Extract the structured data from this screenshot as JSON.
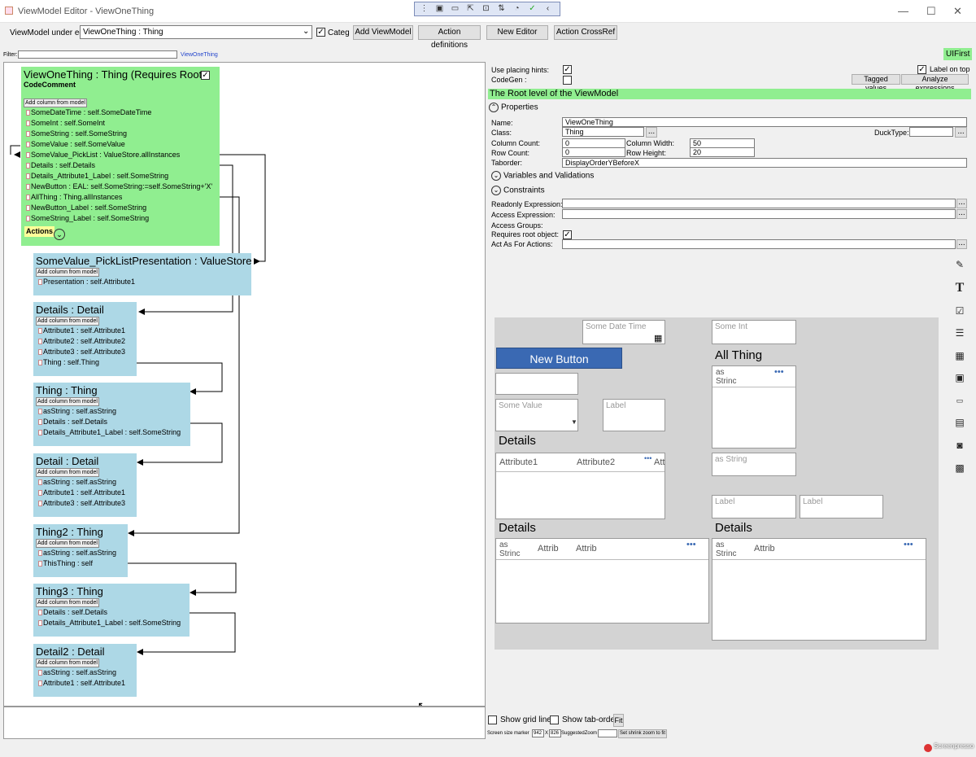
{
  "window": {
    "title": "ViewModel Editor - ViewOneThing",
    "minimize": "—",
    "maximize": "☐",
    "close": "✕"
  },
  "toolbar": {
    "vm_label": "ViewModel under edit:",
    "vm_value": "ViewOneThing : Thing",
    "categ_label": "Categ",
    "categ_checked": "✓",
    "add_vm": "Add ViewModel",
    "action_defs": "Action definitions",
    "new_editor": "New Editor",
    "action_crossref": "Action CrossRef",
    "filter_label": "Filter:",
    "filter_hint": "ViewOneThing",
    "uifirst": "UIFirst"
  },
  "root": {
    "title": "ViewOneThing : Thing  (Requires Root",
    "check": "✓",
    "comment": "CodeComment",
    "add_col": "Add column from model",
    "rows": [
      "SomeDateTime : self.SomeDateTime",
      "SomeInt : self.SomeInt",
      "SomeString : self.SomeString",
      "SomeValue : self.SomeValue",
      "SomeValue_PickList : ValueStore.allInstances",
      "Details : self.Details",
      "Details_Attribute1_Label : self.SomeString",
      "NewButton : EAL: self.SomeString:=self.SomeString+'X'",
      "AllThing : Thing.allInstances",
      "NewButton_Label : self.SomeString",
      "SomeString_Label : self.SomeString"
    ],
    "actions": "Actions"
  },
  "vms": [
    {
      "title": "SomeValue_PickListPresentation : ValueStore",
      "add_col": "Add column from model",
      "rows": [
        "Presentation : self.Attribute1"
      ]
    },
    {
      "title": "Details : Detail",
      "add_col": "Add column from model",
      "rows": [
        "Attribute1 : self.Attribute1",
        "Attribute2 : self.Attribute2",
        "Attribute3 : self.Attribute3",
        "Thing : self.Thing"
      ]
    },
    {
      "title": "Thing : Thing",
      "add_col": "Add column from model",
      "rows": [
        "asString : self.asString",
        "Details : self.Details",
        "Details_Attribute1_Label : self.SomeString"
      ]
    },
    {
      "title": "Detail : Detail",
      "add_col": "Add column from model",
      "rows": [
        "asString : self.asString",
        "Attribute1 : self.Attribute1",
        "Attribute3 : self.Attribute3"
      ]
    },
    {
      "title": "Thing2 : Thing",
      "add_col": "Add column from model",
      "rows": [
        "asString : self.asString",
        "ThisThing : self"
      ]
    },
    {
      "title": "Thing3 : Thing",
      "add_col": "Add column from model",
      "rows": [
        "Details : self.Details",
        "Details_Attribute1_Label : self.SomeString"
      ]
    },
    {
      "title": "Detail2 : Detail",
      "add_col": "Add column from model",
      "rows": [
        "asString : self.asString",
        "Attribute1 : self.Attribute1"
      ]
    }
  ],
  "props": {
    "use_hints": "Use placing hints:",
    "codegen": "CodeGen :",
    "label_on_top": "Label on top",
    "tagged": "Tagged values",
    "analyze": "Analyze expressions",
    "root_level": "The Root level of the ViewModel",
    "properties": "Properties",
    "name_lbl": "Name:",
    "name_val": "ViewOneThing",
    "class_lbl": "Class:",
    "class_val": "Thing",
    "ducktype_lbl": "DuckType:",
    "colcount_lbl": "Column Count:",
    "colcount_val": "0",
    "colwidth_lbl": "Column Width:",
    "colwidth_val": "50",
    "rowcount_lbl": "Row Count:",
    "rowcount_val": "0",
    "rowheight_lbl": "Row Height:",
    "rowheight_val": "20",
    "taborder_lbl": "Taborder:",
    "taborder_val": "DisplayOrderYBeforeX",
    "vars": "Variables and Validations",
    "constraints": "Constraints",
    "readonly_lbl": "Readonly Expression:",
    "access_lbl": "Access Expression:",
    "groups_lbl": "Access Groups:",
    "reqroot_lbl": "Requires root object:",
    "actas_lbl": "Act As For Actions:",
    "ellipsis": "..."
  },
  "preview": {
    "some_date_time": "Some Date Time",
    "some_int": "Some Int",
    "new_button": "New Button",
    "all_thing": "All Thing",
    "as_string_col": "as Strinc",
    "some_value": "Some Value",
    "label": "Label",
    "details": "Details",
    "attribute1": "Attribute1",
    "attribute2": "Attribute2",
    "att": "Att",
    "attrib": "Attrib",
    "as_string": "as String",
    "dots": "•••"
  },
  "bottom": {
    "grid": "Show grid lines",
    "taborder": "Show tab-order",
    "fit": "Fit",
    "screen_marker": "Screen size marker",
    "w": "942",
    "x": "X",
    "h": "826",
    "suggested": "SuggestedZoom",
    "shrink": "Set shrink zoom to fit"
  },
  "watermark": "Screenpresso"
}
